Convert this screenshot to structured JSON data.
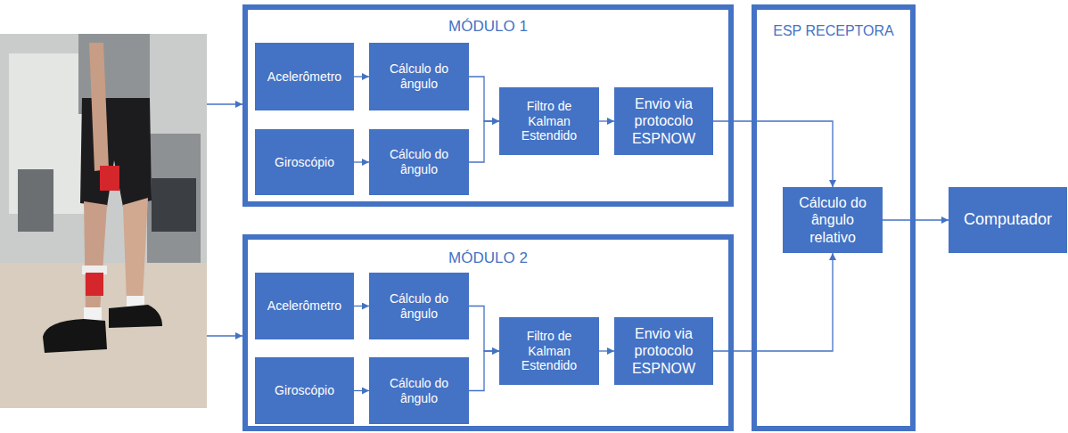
{
  "diagram": {
    "nodes": [
      {
        "text": [
          "MÓDULO 1"
        ]
      },
      {
        "text": [
          "Acelerômetro"
        ],
        "in": 0
      },
      {
        "text": [
          "Cálculo do ângulo"
        ],
        "in": 0
      },
      {
        "text": [
          "Giroscópio"
        ],
        "in": 0
      },
      {
        "text": [
          "Cálculo do ângulo"
        ],
        "in": 0
      },
      {
        "text": [
          "Filtro de Kalman Estendido"
        ],
        "in": 0
      },
      {
        "text": [
          "Envio via protocolo ESPNOW"
        ],
        "in": 0
      },
      {
        "text": [
          "MÓDULO 2"
        ]
      },
      {
        "text": [
          "Acelerômetro"
        ],
        "in": 7
      },
      {
        "text": [
          "Cálculo do ângulo"
        ],
        "in": 7
      },
      {
        "text": [
          "Giroscópio"
        ],
        "in": 7
      },
      {
        "text": [
          "Cálculo do ângulo"
        ],
        "in": 7
      },
      {
        "text": [
          "Filtro de Kalman Estendido"
        ],
        "in": 7
      },
      {
        "text": [
          "Envio via protocolo ESPNOW"
        ],
        "in": 7
      },
      {
        "text": [
          "ESP RECEPTORA"
        ]
      },
      {
        "text": [
          "Cálculo do ângulo relativo"
        ],
        "in": 14
      },
      {
        "text": [
          "Computador"
        ]
      }
    ],
    "edges": [
      {
        "from": 1,
        "to": 2,
        "arrow": "to"
      },
      {
        "from": 3,
        "to": 4,
        "arrow": "to"
      },
      {
        "from": 2,
        "to": 5,
        "arrow": "to"
      },
      {
        "from": 4,
        "to": 5,
        "arrow": "to"
      },
      {
        "from": 5,
        "to": 6,
        "arrow": "to"
      },
      {
        "from": 6,
        "to": 15,
        "arrow": "to"
      },
      {
        "from": 8,
        "to": 9,
        "arrow": "to"
      },
      {
        "from": 10,
        "to": 11,
        "arrow": "to"
      },
      {
        "from": 9,
        "to": 12,
        "arrow": "to"
      },
      {
        "from": 11,
        "to": 12,
        "arrow": "to"
      },
      {
        "from": 12,
        "to": 13,
        "arrow": "to"
      },
      {
        "from": 13,
        "to": 15,
        "arrow": "to"
      },
      {
        "from": 15,
        "to": 16,
        "arrow": "to"
      }
    ]
  }
}
